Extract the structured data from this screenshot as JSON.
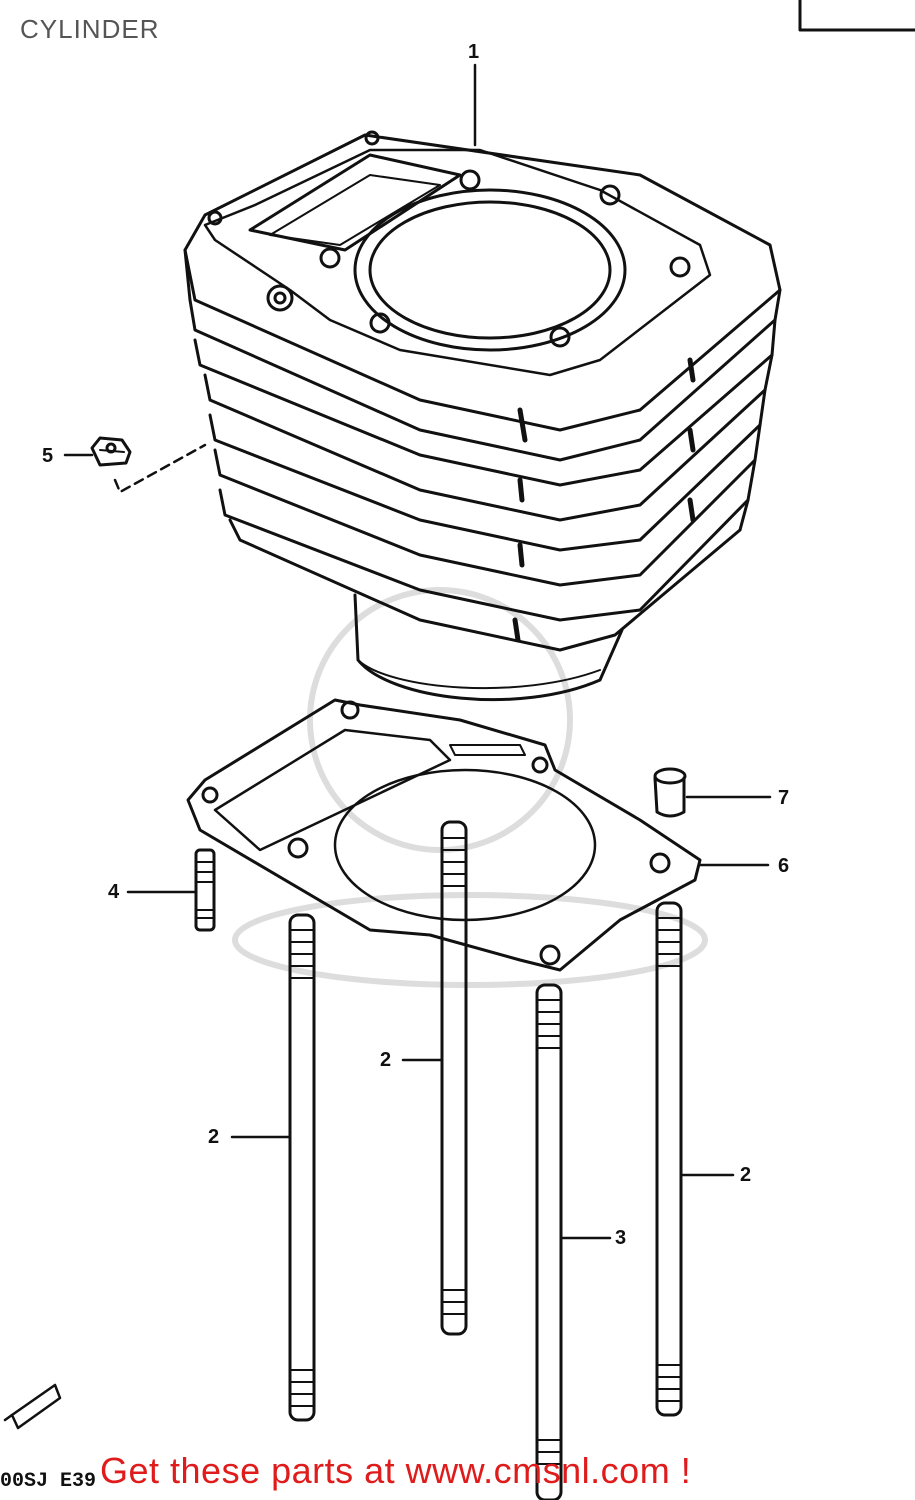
{
  "header": {
    "title": "CYLINDER"
  },
  "callouts": [
    {
      "id": "c1",
      "label": "1"
    },
    {
      "id": "c5",
      "label": "5"
    },
    {
      "id": "c7",
      "label": "7"
    },
    {
      "id": "c6",
      "label": "6"
    },
    {
      "id": "c4",
      "label": "4"
    },
    {
      "id": "c2a",
      "label": "2"
    },
    {
      "id": "c2b",
      "label": "2"
    },
    {
      "id": "c2c",
      "label": "2"
    },
    {
      "id": "c3",
      "label": "3"
    }
  ],
  "footer": {
    "model_code": "00SJ E39",
    "cta": "Get these parts at www.cmsnl.com !"
  },
  "colors": {
    "cta": "#e01b1b",
    "line": "#111111",
    "watermark": "#e6e6e6"
  }
}
